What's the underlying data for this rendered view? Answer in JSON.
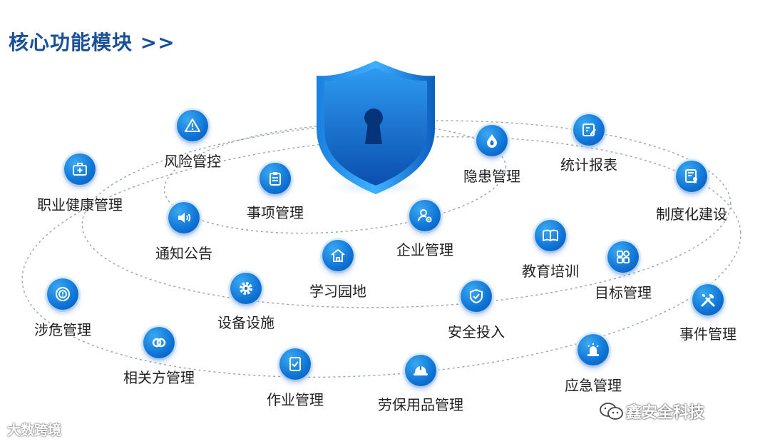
{
  "title": "核心功能模块 >>",
  "center": {
    "icon": "keyhole-shield-icon",
    "color": "#0f74d6"
  },
  "nodes": [
    {
      "id": "fengxian",
      "label": "风险管控",
      "icon": "warning-icon"
    },
    {
      "id": "zhiye",
      "label": "职业健康管理",
      "icon": "medical-kit-icon"
    },
    {
      "id": "shixiang",
      "label": "事项管理",
      "icon": "clipboard-icon"
    },
    {
      "id": "tongzhi",
      "label": "通知公告",
      "icon": "speaker-icon"
    },
    {
      "id": "yinhuan",
      "label": "隐患管理",
      "icon": "flame-drop-icon"
    },
    {
      "id": "tongji",
      "label": "统计报表",
      "icon": "report-edit-icon"
    },
    {
      "id": "zhidu",
      "label": "制度化建设",
      "icon": "certificate-icon"
    },
    {
      "id": "qiye",
      "label": "企业管理",
      "icon": "user-gear-icon"
    },
    {
      "id": "xuexi",
      "label": "学习园地",
      "icon": "home-icon"
    },
    {
      "id": "jiaoyu",
      "label": "教育培训",
      "icon": "book-icon"
    },
    {
      "id": "mubiao",
      "label": "目标管理",
      "icon": "grid-icon"
    },
    {
      "id": "shebei",
      "label": "设备设施",
      "icon": "gear-icon"
    },
    {
      "id": "anquan",
      "label": "安全投入",
      "icon": "shield-check-icon"
    },
    {
      "id": "shewei",
      "label": "涉危管理",
      "icon": "hazard-icon"
    },
    {
      "id": "shijian",
      "label": "事件管理",
      "icon": "tools-icon"
    },
    {
      "id": "xiangguan",
      "label": "相关方管理",
      "icon": "link-icon"
    },
    {
      "id": "zuoye",
      "label": "作业管理",
      "icon": "checklist-icon"
    },
    {
      "id": "laobao",
      "label": "劳保用品管理",
      "icon": "helmet-icon"
    },
    {
      "id": "yingji",
      "label": "应急管理",
      "icon": "siren-icon"
    }
  ],
  "watermarks": {
    "left": "大数跨境",
    "right": "鑫安全科技"
  }
}
